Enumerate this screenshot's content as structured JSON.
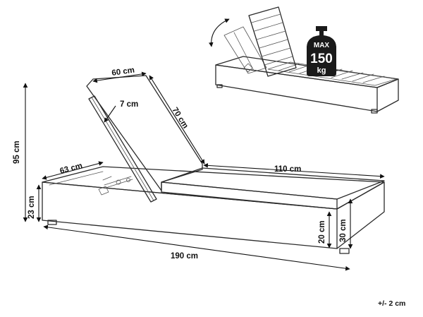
{
  "diagram": {
    "dimensions": {
      "backrest_width": "60 cm",
      "frame_thickness": "7 cm",
      "backrest_length": "70 cm",
      "total_height": "95 cm",
      "width": "63 cm",
      "seat_length": "110 cm",
      "base_height": "23 cm",
      "mattress_base": "20 cm",
      "overall_height_30": "30 cm",
      "total_length": "190 cm"
    },
    "weight_badge": {
      "max": "MAX",
      "value": "150",
      "unit": "kg"
    },
    "tolerance": "+/- 2 cm"
  }
}
